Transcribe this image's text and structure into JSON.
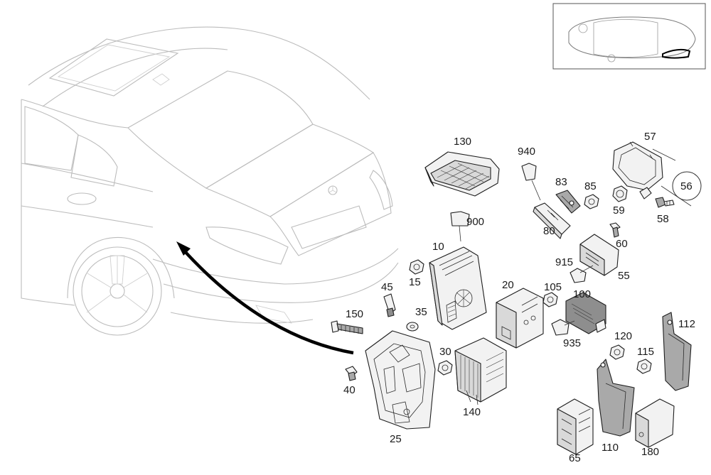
{
  "diagram": {
    "callouts": {
      "c10": "10",
      "c15": "15",
      "c20": "20",
      "c25": "25",
      "c30": "30",
      "c35": "35",
      "c40": "40",
      "c45": "45",
      "c55": "55",
      "c56": "56",
      "c57": "57",
      "c58": "58",
      "c59": "59",
      "c60": "60",
      "c65": "65",
      "c80": "80",
      "c83": "83",
      "c85": "85",
      "c100": "100",
      "c105": "105",
      "c110": "110",
      "c112": "112",
      "c115": "115",
      "c120": "120",
      "c130": "130",
      "c140": "140",
      "c150": "150",
      "c180": "180",
      "c900": "900",
      "c915": "915",
      "c935": "935",
      "c940": "940"
    }
  }
}
